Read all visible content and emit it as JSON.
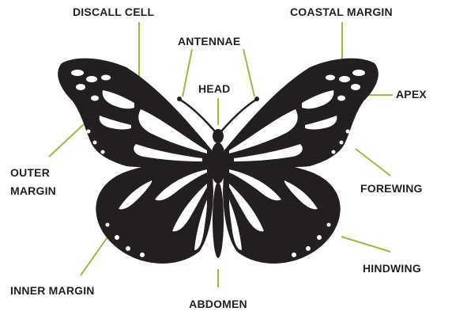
{
  "labels": {
    "discall_cell": "DISCALL CELL",
    "coastal_margin": "COASTAL MARGIN",
    "antennae": "ANTENNAE",
    "head": "HEAD",
    "apex": "APEX",
    "outer_margin_line1": "OUTER",
    "outer_margin_line2": "MARGIN",
    "forewing": "FOREWING",
    "hindwing": "HINDWING",
    "inner_margin": "INNER MARGIN",
    "abdomen": "ABDOMEN"
  },
  "colors": {
    "leader_line": "#9bbb3c",
    "butterfly": "#231f20",
    "wing_spots": "#ffffff",
    "text": "#231f20"
  }
}
